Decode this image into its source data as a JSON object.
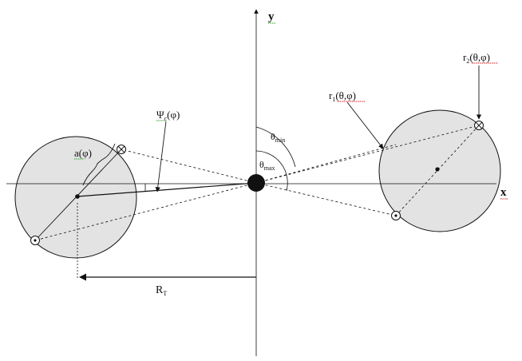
{
  "labels": {
    "x_axis": "x",
    "y_axis": "y",
    "a_phi": "a(φ)",
    "psi_base": "Ψ",
    "psi_sub": "c",
    "psi_arg": "(φ)",
    "theta_min_base": "θ",
    "theta_min_sub": "min",
    "theta_max_base": "θ",
    "theta_max_sub": "max",
    "r1_base": "r",
    "r1_sub": "1",
    "r1_arg": "(θ,φ)",
    "r2_base": "r",
    "r2_sub": "2",
    "r2_arg": "(θ,φ)",
    "rt_base": "R",
    "rt_sub": "T"
  },
  "colors": {
    "disk_fill": "#e3e3e3",
    "line": "#111111",
    "spell_underline": "#2e9a2e",
    "spell_underline_red": "#d02020"
  },
  "icons": {
    "out_of_page": "circle-dot-icon",
    "into_page": "circle-cross-icon",
    "central_body": "filled-circle-icon"
  }
}
